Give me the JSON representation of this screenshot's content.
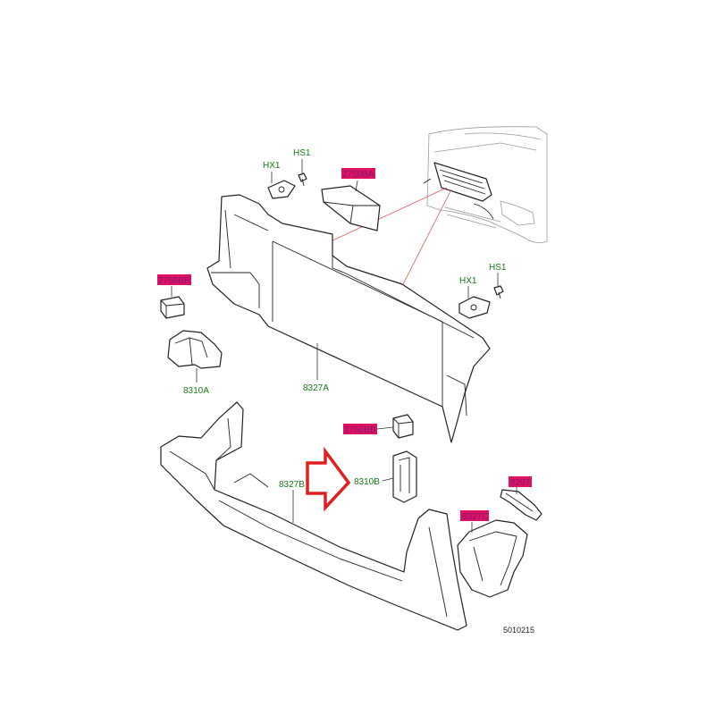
{
  "diagram": {
    "labels": {
      "hx1_top": "HX1",
      "hs1_top": "HS1",
      "p2750a": "2750BA",
      "p2750b_left": "2750BB",
      "p8310a": "8310A",
      "p8327a": "8327A",
      "hx1_right": "HX1",
      "hs1_right": "HS1",
      "p2750b_mid": "2750BB",
      "p8327b": "8327B",
      "p8310b": "8310B",
      "p8297": "8297",
      "p8327c": "8327C"
    },
    "figure_number": "5010215",
    "colors": {
      "label_green": "#1a7a1a",
      "highlight": "#e0115f",
      "arrow": "#e02020",
      "line": "#222222"
    }
  }
}
